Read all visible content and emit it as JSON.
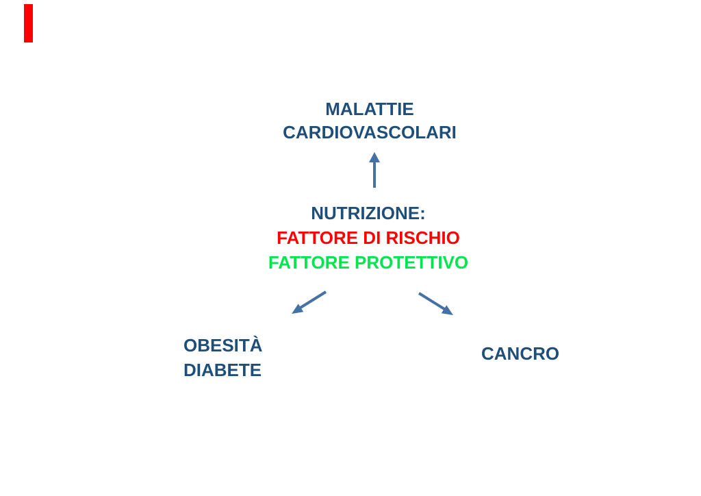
{
  "colors": {
    "text_blue": "#1f4e79",
    "risk_red": "#ff0000",
    "protective_green": "#00e64d",
    "arrow_blue": "#4472a4",
    "accent_red": "#ff0000"
  },
  "diagram": {
    "top": {
      "line1": "MALATTIE",
      "line2": "CARDIOVASCOLARI"
    },
    "center": {
      "title": "NUTRIZIONE:",
      "risk": "FATTORE DI RISCHIO",
      "protective": "FATTORE PROTETTIVO"
    },
    "bottom_left": {
      "line1": "OBESITÀ",
      "line2": "DIABETE"
    },
    "bottom_right": {
      "label": "CANCRO"
    }
  }
}
